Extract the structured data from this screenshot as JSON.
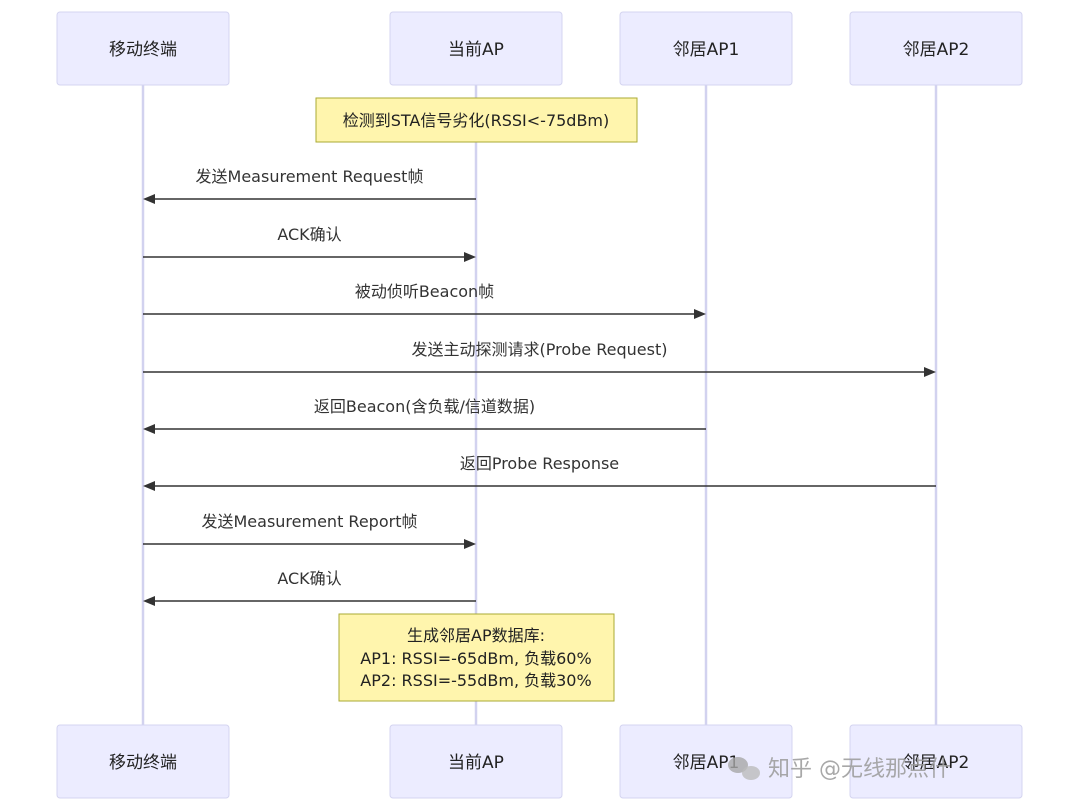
{
  "actors": [
    "移动终端",
    "当前AP",
    "邻居AP1",
    "邻居AP2"
  ],
  "notes": [
    {
      "lines": [
        "检测到STA信号劣化(RSSI<-75dBm)"
      ]
    },
    {
      "lines": [
        "生成邻居AP数据库:",
        "AP1: RSSI=-65dBm, 负载60%",
        "AP2: RSSI=-55dBm, 负载30%"
      ]
    }
  ],
  "messages": [
    {
      "from": 1,
      "to": 0,
      "label": "发送Measurement Request帧"
    },
    {
      "from": 0,
      "to": 1,
      "label": "ACK确认"
    },
    {
      "from": 0,
      "to": 2,
      "label": "被动侦听Beacon帧"
    },
    {
      "from": 0,
      "to": 3,
      "label": "发送主动探测请求(Probe Request)"
    },
    {
      "from": 2,
      "to": 0,
      "label": "返回Beacon(含负载/信道数据)"
    },
    {
      "from": 3,
      "to": 0,
      "label": "返回Probe Response"
    },
    {
      "from": 0,
      "to": 1,
      "label": "发送Measurement Report帧"
    },
    {
      "from": 1,
      "to": 0,
      "label": "ACK确认"
    }
  ],
  "watermark": "知乎 @无线那点什"
}
